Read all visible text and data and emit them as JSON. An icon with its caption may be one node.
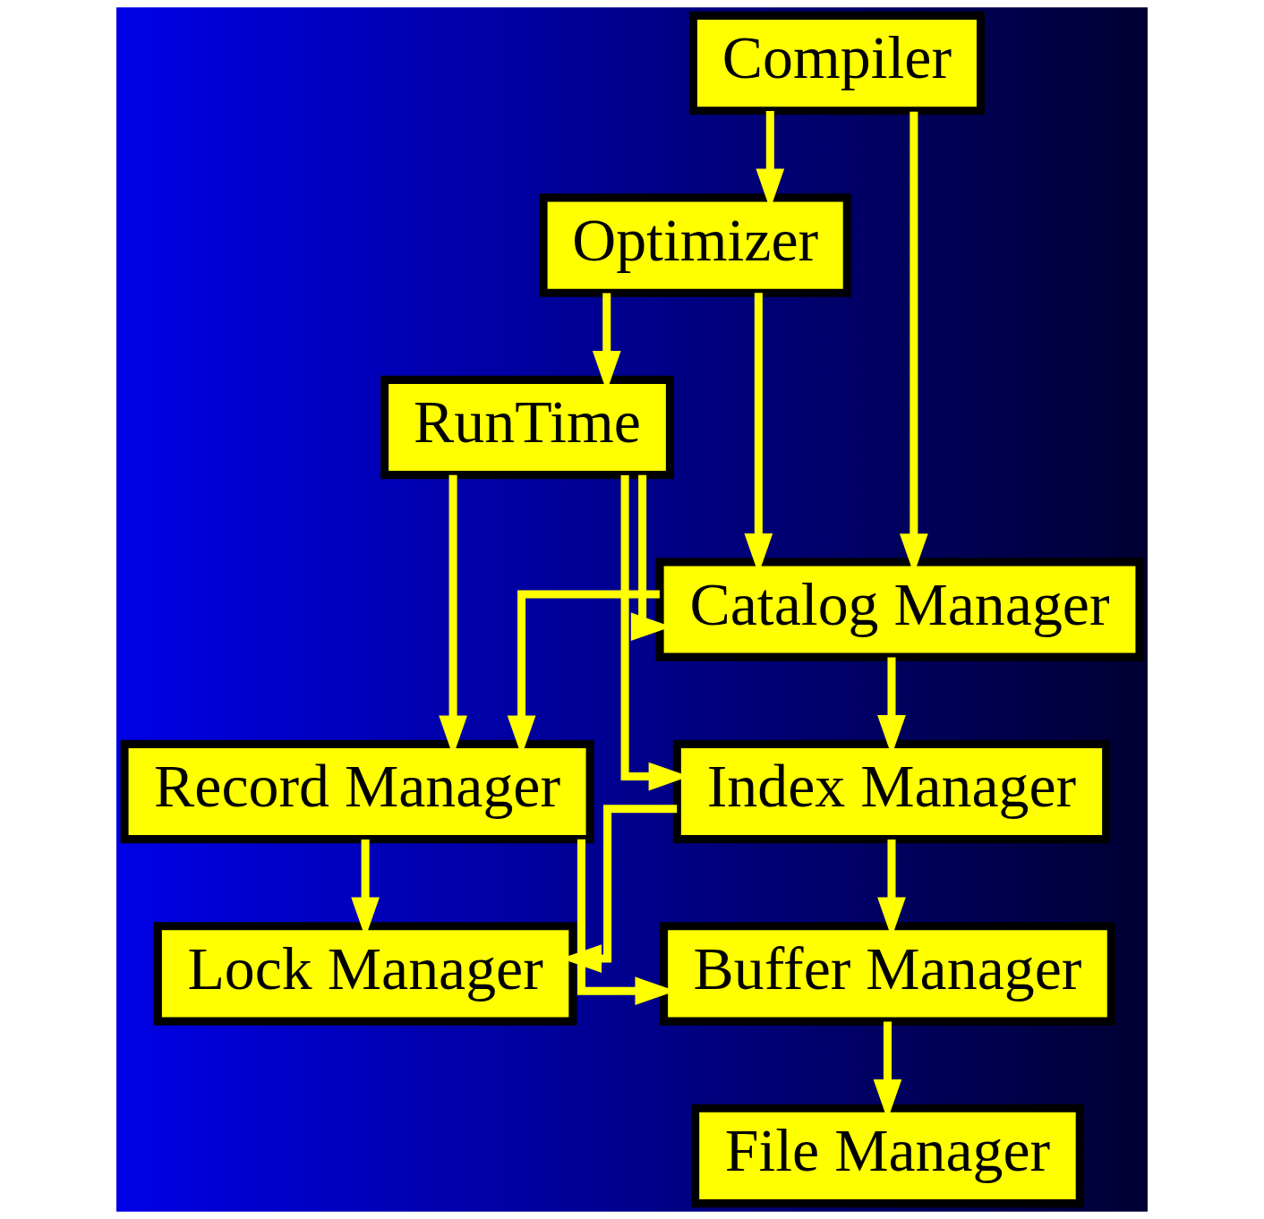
{
  "diagram": {
    "nodes": [
      {
        "text": [
          "Compiler"
        ]
      },
      {
        "text": [
          "Optimizer"
        ]
      },
      {
        "text": [
          "RunTime"
        ]
      },
      {
        "text": [
          "Catalog Manager"
        ]
      },
      {
        "text": [
          "Record Manager"
        ]
      },
      {
        "text": [
          "Index Manager"
        ]
      },
      {
        "text": [
          "Lock Manager"
        ]
      },
      {
        "text": [
          "Buffer Manager"
        ]
      },
      {
        "text": [
          "File Manager"
        ]
      }
    ],
    "edges": [
      {
        "from": 0,
        "to": 1,
        "arrow": "to"
      },
      {
        "from": 0,
        "to": 3,
        "arrow": "to"
      },
      {
        "from": 1,
        "to": 3,
        "arrow": "to"
      },
      {
        "from": 1,
        "to": 2,
        "arrow": "to"
      },
      {
        "from": 2,
        "to": 3,
        "arrow": "to"
      },
      {
        "from": 2,
        "to": 4,
        "arrow": "to"
      },
      {
        "from": 2,
        "to": 5,
        "arrow": "to"
      },
      {
        "from": 3,
        "to": 5,
        "arrow": "to"
      },
      {
        "from": 3,
        "to": 4,
        "arrow": "to"
      },
      {
        "from": 4,
        "to": 6,
        "arrow": "to"
      },
      {
        "from": 4,
        "to": 7,
        "arrow": "to"
      },
      {
        "from": 5,
        "to": 6,
        "arrow": "to"
      },
      {
        "from": 5,
        "to": 7,
        "arrow": "to"
      },
      {
        "from": 7,
        "to": 8,
        "arrow": "to"
      }
    ]
  }
}
